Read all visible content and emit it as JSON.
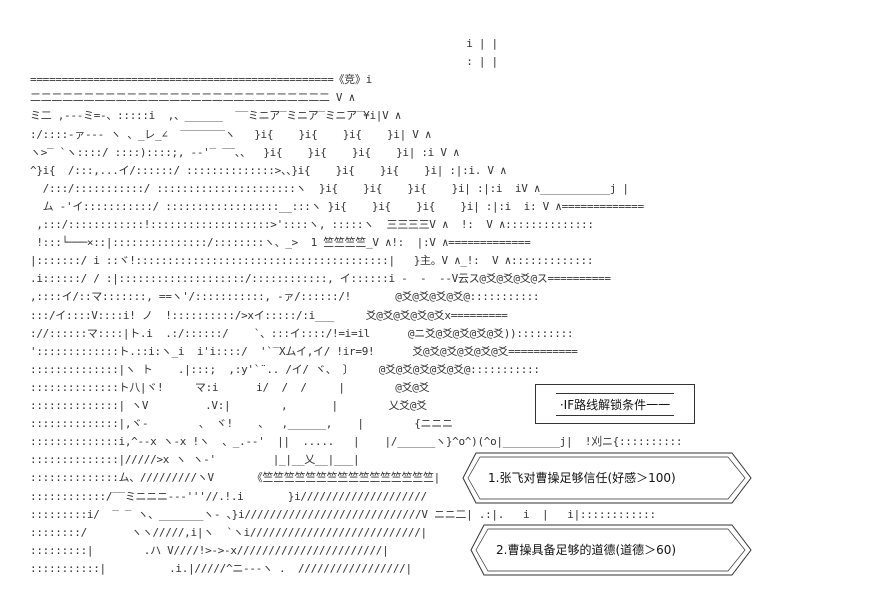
{
  "art": {
    "lines": [
      "                                                                     i | |",
      "                                                                     : | |",
      "================================================《竞》i",
      "二二二二二二二二二二二二二二二二二二二二二二二二二二二二 V ∧",
      "ミ二 ,--‐ミ=-、:::::i  ,、______  ‾‾ミニア‾ミニア‾ミニア‾¥i|V ∧",
      ":/::::-ァ--- ヽ 、_レ_∠  ‾‾‾‾‾‾‾ヽ   }i{    }i{    }i{    }i| V ∧",
      "ヽ>‾ `ヽ::::/ ::::)::::;, -‐'‾ ‾‾、、  }i{    }i{    }i{    }i| :i V ∧",
      "^}i{  /:::,...イ/::::::/ ::::::::::::::>、、}i{    }i{    }i{    }i| :|:i. V ∧",
      "  /:::/:::::::::::/ ::::::::::::::::::::::ヽ  }i{    }i{    }i{    }i| :|:i  iV ∧___________j |",
      "  ム -'イ:::::::::::/ ::::::::::::::::::__:::ヽ }i{    }i{    }i{    }i| :|:i  i: V ∧=============",
      " ,:::/::::::::::::!:::::::::::::::::::>'::::ヽ, :::::ヽ  三三三三V ∧  !:  V ∧::::::::::::::",
      " !:::└───×::|:::::::::::::::/::::::::ヽ、_>  1 竺竺竺竺_V ∧!:  |:V ∧=============",
      "|:::::::/ i ::ヾ!::::::::::::::::::::::::::::::::::::::::|   }主。V ∧_!:  V ∧:::::::::::::",
      ".i::::::/ / :|::::::::::::::::::::/::::::::::::, イ::::::i -  -  --V云ス@爻@爻@爻@ス==========",
      ",::::イ/::マ:::::::, ==ヽ'/:::::::::::, ‐ァ/::::::/!       @爻@爻@爻@爻@:::::::::::",
      ":::/イ::::V::::i! ノ  !::::::::::/>xイ:::::/:i___     爻@爻@爻@爻@爻x=========",
      "://::::::マ::::|ト.i  .:/::::::/    `、:::イ::::/!=i=il      @ニ爻@爻@爻@爻@爻)):::::::::",
      "':::::::::::::ト.::i:ヽ_i  i'i::::/  '`‾Xムイ,イ/ !ir=9!      爻@爻@爻@爻@爻@爻===========",
      "::::::::::::::|ヽ ト    .|:::;  ,:y'`¨.. /イ/ ヾ、 〕    @爻@爻@爻@爻@爻@:::::::::::",
      "::::::::::::::ト八|ヾ!     マ:i      i/  /  /     |        @爻@爻",
      "::::::::::::::| ヽV         .V:|        ,       |        乂爻@爻",
      "::::::::::::::|,ヾ-        、 ヾ!    、  ,______,    |        {ニニニ",
      "::::::::::::::i,^‐-x ヽ‐x !ヽ  、_.-‐'  ||  .....   |    |/______ヽ}^o^)(^o|_________j|  !刈ニ{::::::::::",
      "::::::::::::::|/////>x ヽ ヽ‐'         |_|__乂__|___|",
      "::::::::::::::ム、/////////ヽV      《竺竺竺竺竺竺竺竺竺竺竺竺竺竺竺竺|",
      "::::::::::::/‾‾ミニニニ-‐‐'''//.!.i       }i////////////////////",
      ":::::::::i/  ‾ ‾ ヽ、_______ヽ- 、}i////////////////////////////V ニニ二| .:|.   i  |   i|::::::::::::",
      "::::::::/       ヽヽ/////,i|ヽ  `ヽi///////////////////////////|",
      ":::::::::|        .ハ V////!>‐>‐x///////////////////////|",
      ":::::::::::|          .i.|/////^ニ‐‐‐ヽ .  /////////////////|"
    ]
  },
  "dialog": {
    "route_label": "·IF路线解锁条件一一",
    "choices": [
      "1.张飞对曹操足够信任(好感＞100)",
      "2.曹操具备足够的道德(道德＞60)"
    ]
  },
  "colors": {
    "ink": "#333333",
    "background": "#ffffff"
  }
}
